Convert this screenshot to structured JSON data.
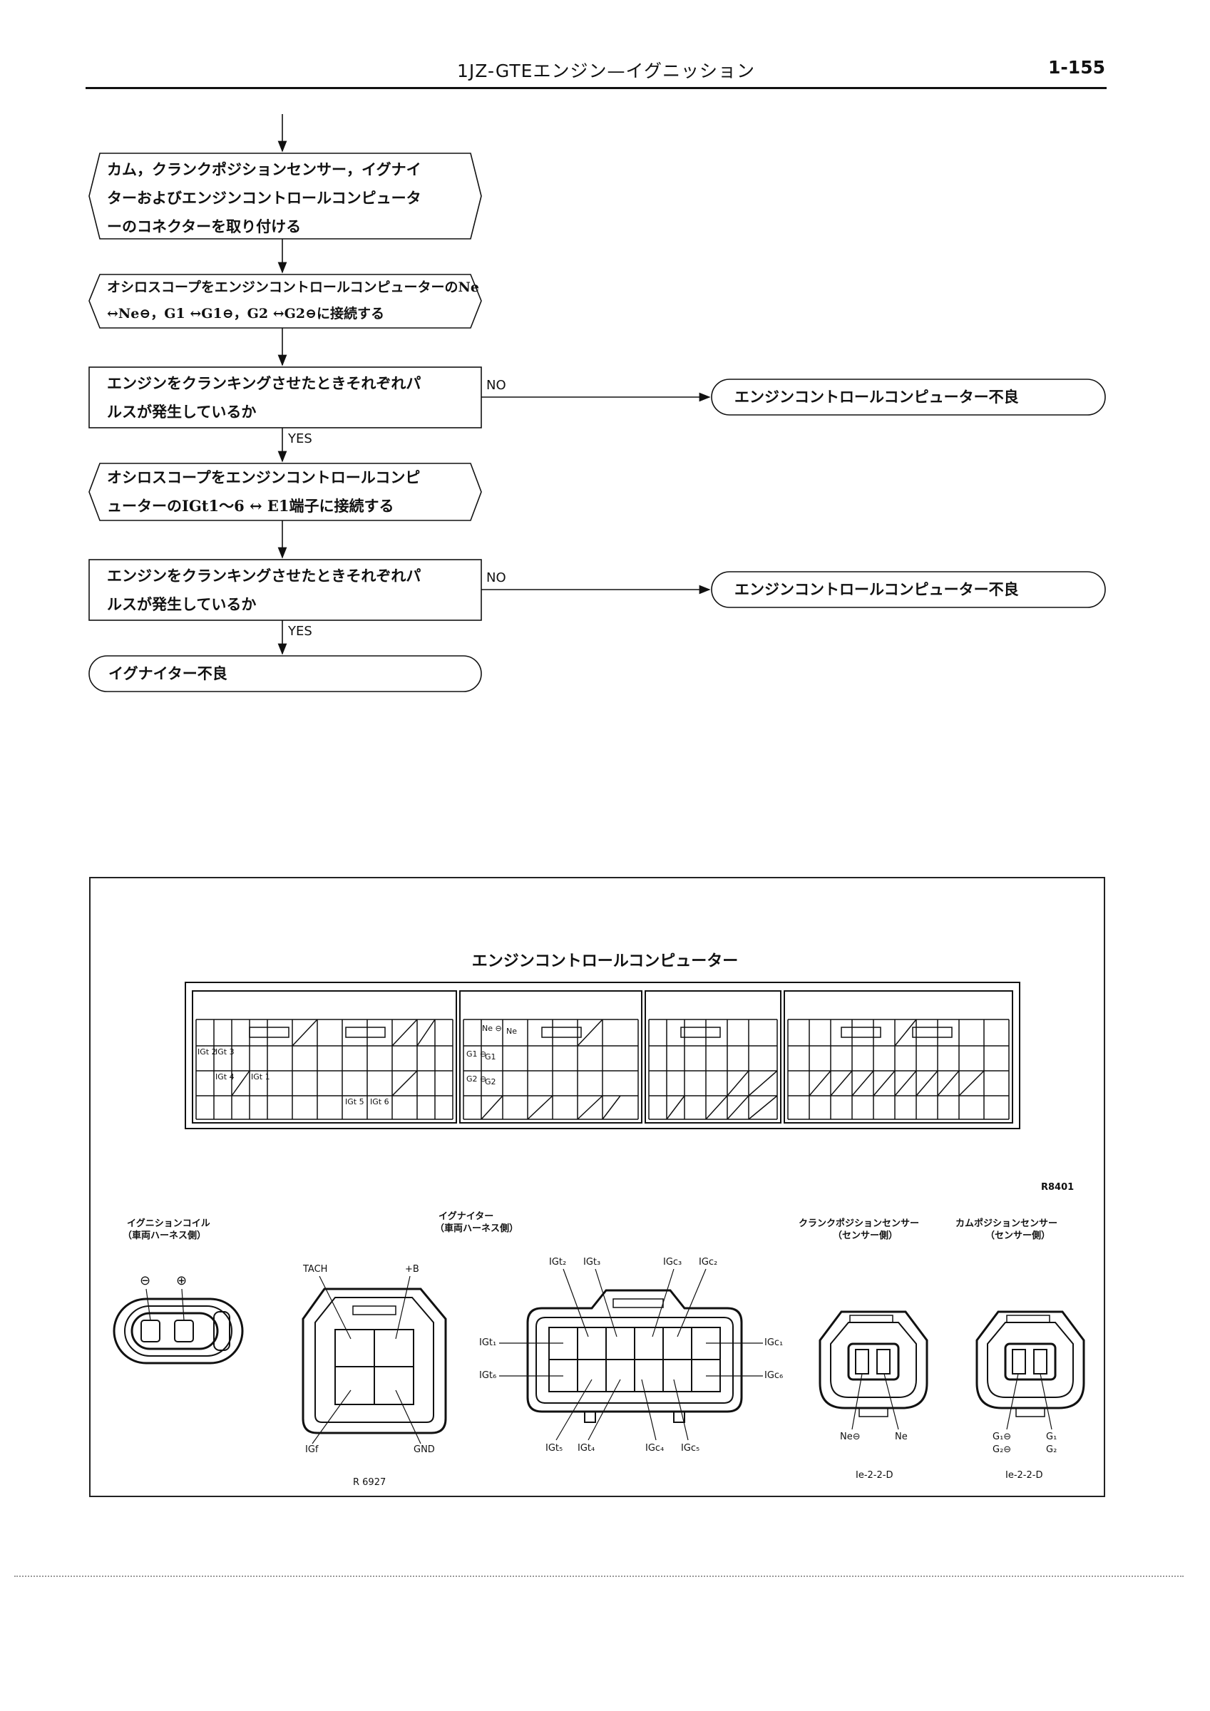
{
  "header": {
    "title": "1JZ-GTEエンジン—イグニッション",
    "page_number": "1-155"
  },
  "flowchart": {
    "step1": {
      "lines": [
        "カム，クランクポジションセンサー，イグナイ",
        "ターおよびエンジンコントロールコンピュータ",
        "ーのコネクターを取り付ける"
      ]
    },
    "step2": {
      "lines": [
        "オシロスコープをエンジンコントロールコンピューターのNe",
        "↔Ne⊖，G1 ↔G1⊖，G2 ↔G2⊖に接続する"
      ]
    },
    "decision1": {
      "lines": [
        "エンジンをクランキングさせたときそれぞれパ",
        "ルスが発生しているか"
      ],
      "no_label": "NO",
      "yes_label": "YES",
      "no_result": "エンジンコントロールコンピューター不良"
    },
    "step3": {
      "lines": [
        "オシロスコープをエンジンコントロールコンピ",
        "ューターのIGt1～6 ↔ E1端子に接続する"
      ]
    },
    "decision2": {
      "lines": [
        "エンジンをクランキングさせたときそれぞれパ",
        "ルスが発生しているか"
      ],
      "no_label": "NO",
      "yes_label": "YES",
      "no_result": "エンジンコントロールコンピューター不良"
    },
    "final": "イグナイター不良"
  },
  "diagram": {
    "ecu_title": "エンジンコントロールコンピューター",
    "ecu_pins": {
      "igt2": "IGt 2",
      "igt3": "IGt 3",
      "igt4": "IGt 4",
      "igt1": "IGt 1",
      "igt5": "IGt 5",
      "igt6": "IGt 6",
      "ne_minus": "Ne ⊖",
      "ne": "Ne",
      "g1_minus": "G1 ⊖",
      "g1": "G1",
      "g2_minus": "G2 ⊖",
      "g2": "G2"
    },
    "ref_r8401": "R8401",
    "coil": {
      "title": "イグニションコイル",
      "subtitle": "（車両ハーネス側）",
      "minus": "⊖",
      "plus": "⊕"
    },
    "igniter": {
      "title": "イグナイター",
      "subtitle": "（車両ハーネス側）",
      "tach": "TACH",
      "plus_b": "+B",
      "igf": "IGf",
      "gnd": "GND",
      "ref": "R 6927",
      "igt2": "IGt₂",
      "igt3": "IGt₃",
      "igc3": "IGc₃",
      "igc2": "IGc₂",
      "igt1": "IGt₁",
      "igc1": "IGc₁",
      "igt6": "IGt₆",
      "igc6": "IGc₆",
      "igt5": "IGt₅",
      "igt4": "IGt₄",
      "igc4": "IGc₄",
      "igc5": "IGc₅"
    },
    "crank": {
      "title": "クランクポジションセンサー",
      "subtitle": "（センサー側）",
      "ne_minus": "Ne⊖",
      "ne": "Ne",
      "ref": "Ie-2-2-D"
    },
    "cam": {
      "title": "カムポジションセンサー",
      "subtitle": "（センサー側）",
      "g1_minus": "G₁⊖",
      "g1": "G₁",
      "g2_minus": "G₂⊖",
      "g2": "G₂",
      "ref": "Ie-2-2-D"
    }
  }
}
